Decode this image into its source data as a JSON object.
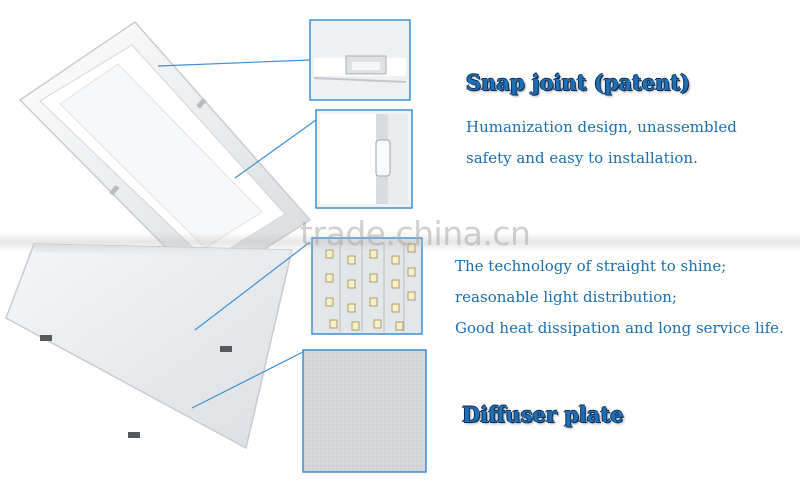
{
  "features": {
    "snap_joint": {
      "title": "Snap joint (patent)",
      "lines": [
        "Humanization design, unassembled",
        "safety and easy to installation."
      ]
    },
    "led": {
      "lines": [
        "The technology of straight to shine;",
        "reasonable light distribution;",
        "Good heat dissipation and long service life."
      ]
    },
    "diffuser": {
      "title": "Diffuser plate"
    }
  },
  "watermark": "trade.china.cn",
  "colors": {
    "accent": "#1b6fb0",
    "callout_border": "#3a8fd6",
    "heading_outline": "#0b2a55"
  }
}
